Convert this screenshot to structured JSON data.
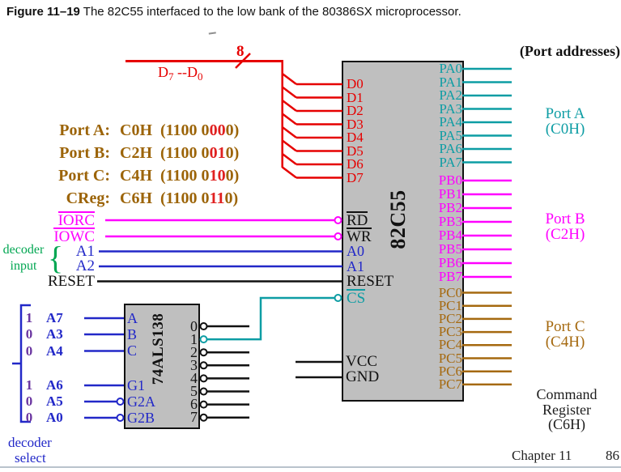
{
  "title": {
    "figure_label": "Figure 11–19",
    "caption": "The 82C55 interfaced to the low bank of the 80386SX microprocessor."
  },
  "data_bus": {
    "width": "8",
    "name_high": "D",
    "sub_high": "7",
    "mid": " --D",
    "sub_low": "0"
  },
  "port_address_table": {
    "rows": [
      {
        "label": "Port A:",
        "hex": "C0H",
        "bin_pre": "(1100 0",
        "bin_red": "00",
        "bin_post": "0)"
      },
      {
        "label": "Port B:",
        "hex": "C2H",
        "bin_pre": "(1100 0",
        "bin_red": "01",
        "bin_post": "0)"
      },
      {
        "label": "Port C:",
        "hex": "C4H",
        "bin_pre": "(1100 0",
        "bin_red": "10",
        "bin_post": "0)"
      },
      {
        "label": "CReg:",
        "hex": "C6H",
        "bin_pre": "(1100 0",
        "bin_red": "11",
        "bin_post": "0)"
      }
    ]
  },
  "left_signals": {
    "iorc": "IORC",
    "iowc": "IOWC",
    "a1": "A1",
    "a2": "A2",
    "reset": "RESET"
  },
  "decoder_input_label": {
    "line1": "decoder",
    "line2": "input",
    "brace": "{"
  },
  "chip82c55": {
    "name": "82C55",
    "data_pins": [
      "D0",
      "D1",
      "D2",
      "D3",
      "D4",
      "D5",
      "D6",
      "D7"
    ],
    "control_pins": [
      "RD",
      "WR",
      "A0",
      "A1",
      "RESET",
      "CS"
    ],
    "power_pins": [
      "VCC",
      "GND"
    ],
    "port_a_pins": [
      "PA0",
      "PA1",
      "PA2",
      "PA3",
      "PA4",
      "PA5",
      "PA6",
      "PA7"
    ],
    "port_b_pins": [
      "PB0",
      "PB1",
      "PB2",
      "PB3",
      "PB4",
      "PB5",
      "PB6",
      "PB7"
    ],
    "port_c_pins": [
      "PC0",
      "PC1",
      "PC2",
      "PC3",
      "PC4",
      "PC5",
      "PC6",
      "PC7"
    ]
  },
  "decoder74als138": {
    "name": "74ALS138",
    "input_pins": [
      "A",
      "B",
      "C",
      "G1",
      "G2A",
      "G2B"
    ],
    "output_pins": [
      "0",
      "1",
      "2",
      "3",
      "4",
      "5",
      "6",
      "7"
    ],
    "select_rows": [
      {
        "bit": "1",
        "signal": "A7"
      },
      {
        "bit": "0",
        "signal": "A3"
      },
      {
        "bit": "0",
        "signal": "A4"
      },
      {
        "bit": "1",
        "signal": "A6"
      },
      {
        "bit": "0",
        "signal": "A5"
      },
      {
        "bit": "0",
        "signal": "A0"
      }
    ],
    "label_line1": "decoder",
    "label_line2": "select"
  },
  "right_labels": {
    "heading": "(Port addresses)",
    "port_a": {
      "line1": "Port A",
      "line2": "(C0H)"
    },
    "port_b": {
      "line1": "Port B",
      "line2": "(C2H)"
    },
    "port_c": {
      "line1": "Port C",
      "line2": "(C4H)"
    },
    "command": {
      "line1": "Command",
      "line2": "Register",
      "line3": "(C6H)"
    }
  },
  "footer": {
    "chapter": "Chapter 11",
    "page": "86"
  },
  "colors": {
    "red": "#e60000",
    "magenta": "#ff00ff",
    "blue": "#2228c8",
    "teal": "#0d9da4",
    "brown": "#a5690f",
    "green": "#00a651",
    "purple": "#6a35a0",
    "address_brown": "#9c6408",
    "address_red": "#e02020",
    "chip_gray": "#bfbfbf",
    "black": "#111111"
  }
}
